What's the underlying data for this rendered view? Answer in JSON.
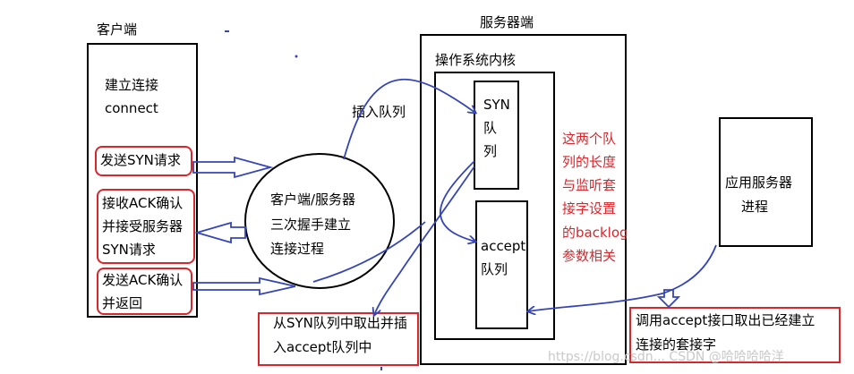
{
  "client": {
    "title": "客户端",
    "connect_line1": "建立连接",
    "connect_line2": "connect",
    "step1": "发送SYN请求",
    "step2_lines": [
      "接收ACK确认",
      "并接受服务器",
      "SYN请求"
    ],
    "step3_lines": [
      "发送ACK确认",
      "并返回"
    ]
  },
  "handshake": {
    "lines": [
      "客户端/服务器",
      "三次握手建立",
      "连接过程"
    ]
  },
  "server": {
    "title": "服务器端",
    "kernel_title": "操作系统内核",
    "syn_queue_lines": [
      "SYN",
      "队",
      "列"
    ],
    "accept_queue_lines": [
      "accept",
      "队列"
    ],
    "insert_label": "插入队列",
    "note_lines": [
      "这两个队",
      "列的长度",
      "与监听套",
      "接字设置",
      "的backlog",
      "参数相关"
    ],
    "app_lines": [
      "应用服务器",
      "进程"
    ]
  },
  "callouts": {
    "move_lines": [
      "从SYN队列中取出并插",
      "入accept队列中"
    ],
    "accept_lines": [
      "调用accept接口取出已经建立",
      "连接的套接字"
    ]
  },
  "watermark": "https://blog.csdn... CSDN @哈哈哈哈洋",
  "colors": {
    "red": "#d9262c",
    "blue": "#3545b5",
    "black": "#000000"
  }
}
